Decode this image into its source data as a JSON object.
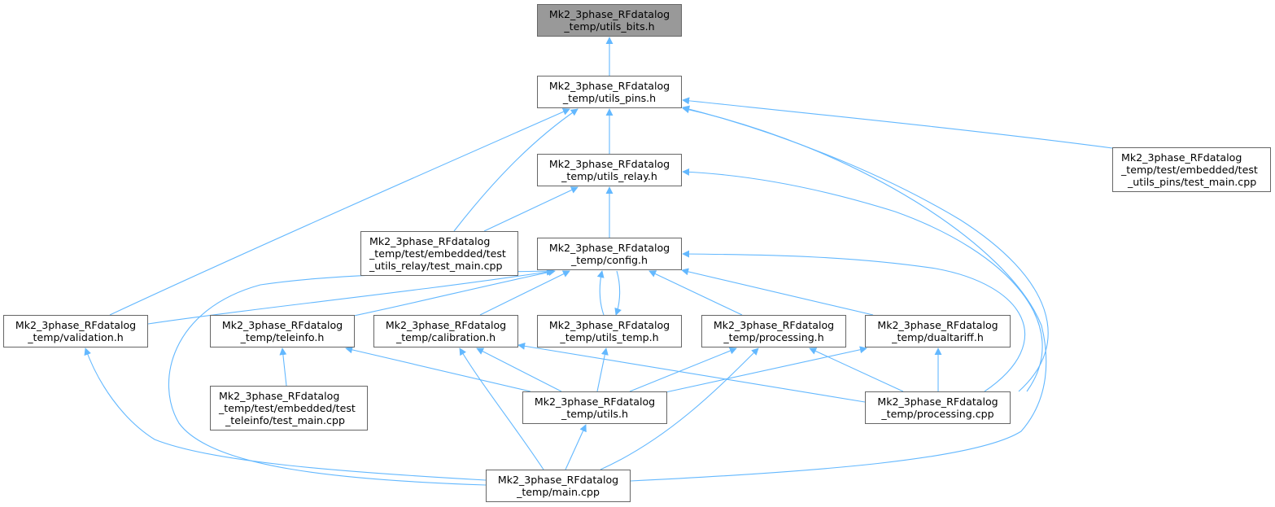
{
  "diagram": {
    "type": "include-dependency-graph",
    "edge_color": "#63b8ff",
    "root_fill": "#999999",
    "nodes": [
      {
        "id": "utils_bits_h",
        "lines": [
          "Mk2_3phase_RFdatalog",
          "_temp/utils_bits.h"
        ],
        "root": true
      },
      {
        "id": "utils_pins_h",
        "lines": [
          "Mk2_3phase_RFdatalog",
          "_temp/utils_pins.h"
        ]
      },
      {
        "id": "test_utils_pins",
        "lines": [
          "Mk2_3phase_RFdatalog",
          "_temp/test/embedded/test",
          "_utils_pins/test_main.cpp"
        ]
      },
      {
        "id": "utils_relay_h",
        "lines": [
          "Mk2_3phase_RFdatalog",
          "_temp/utils_relay.h"
        ]
      },
      {
        "id": "test_utils_relay",
        "lines": [
          "Mk2_3phase_RFdatalog",
          "_temp/test/embedded/test",
          "_utils_relay/test_main.cpp"
        ]
      },
      {
        "id": "config_h",
        "lines": [
          "Mk2_3phase_RFdatalog",
          "_temp/config.h"
        ]
      },
      {
        "id": "validation_h",
        "lines": [
          "Mk2_3phase_RFdatalog",
          "_temp/validation.h"
        ]
      },
      {
        "id": "teleinfo_h",
        "lines": [
          "Mk2_3phase_RFdatalog",
          "_temp/teleinfo.h"
        ]
      },
      {
        "id": "calibration_h",
        "lines": [
          "Mk2_3phase_RFdatalog",
          "_temp/calibration.h"
        ]
      },
      {
        "id": "utils_temp_h",
        "lines": [
          "Mk2_3phase_RFdatalog",
          "_temp/utils_temp.h"
        ]
      },
      {
        "id": "processing_h",
        "lines": [
          "Mk2_3phase_RFdatalog",
          "_temp/processing.h"
        ]
      },
      {
        "id": "dualtariff_h",
        "lines": [
          "Mk2_3phase_RFdatalog",
          "_temp/dualtariff.h"
        ]
      },
      {
        "id": "test_teleinfo",
        "lines": [
          "Mk2_3phase_RFdatalog",
          "_temp/test/embedded/test",
          "_teleinfo/test_main.cpp"
        ]
      },
      {
        "id": "utils_h",
        "lines": [
          "Mk2_3phase_RFdatalog",
          "_temp/utils.h"
        ]
      },
      {
        "id": "processing_cpp",
        "lines": [
          "Mk2_3phase_RFdatalog",
          "_temp/processing.cpp"
        ]
      },
      {
        "id": "main_cpp",
        "lines": [
          "Mk2_3phase_RFdatalog",
          "_temp/main.cpp"
        ]
      }
    ],
    "edges": [
      {
        "from": "utils_pins_h",
        "to": "utils_bits_h"
      },
      {
        "from": "utils_relay_h",
        "to": "utils_pins_h"
      },
      {
        "from": "test_utils_pins",
        "to": "utils_pins_h"
      },
      {
        "from": "validation_h",
        "to": "utils_pins_h"
      },
      {
        "from": "test_utils_relay",
        "to": "utils_pins_h"
      },
      {
        "from": "processing_cpp",
        "to": "utils_pins_h"
      },
      {
        "from": "test_utils_relay",
        "to": "utils_relay_h"
      },
      {
        "from": "config_h",
        "to": "utils_relay_h"
      },
      {
        "from": "processing_cpp",
        "to": "utils_relay_h"
      },
      {
        "from": "validation_h",
        "to": "config_h"
      },
      {
        "from": "teleinfo_h",
        "to": "config_h"
      },
      {
        "from": "calibration_h",
        "to": "config_h"
      },
      {
        "from": "utils_temp_h",
        "to": "config_h"
      },
      {
        "from": "config_h",
        "to": "utils_temp_h"
      },
      {
        "from": "processing_h",
        "to": "config_h"
      },
      {
        "from": "dualtariff_h",
        "to": "config_h"
      },
      {
        "from": "processing_cpp",
        "to": "config_h"
      },
      {
        "from": "main_cpp",
        "to": "config_h"
      },
      {
        "from": "test_teleinfo",
        "to": "teleinfo_h"
      },
      {
        "from": "utils_h",
        "to": "teleinfo_h"
      },
      {
        "from": "utils_h",
        "to": "calibration_h"
      },
      {
        "from": "main_cpp",
        "to": "calibration_h"
      },
      {
        "from": "processing_cpp",
        "to": "calibration_h"
      },
      {
        "from": "utils_h",
        "to": "utils_temp_h"
      },
      {
        "from": "utils_h",
        "to": "processing_h"
      },
      {
        "from": "main_cpp",
        "to": "processing_h"
      },
      {
        "from": "processing_cpp",
        "to": "processing_h"
      },
      {
        "from": "utils_h",
        "to": "dualtariff_h"
      },
      {
        "from": "processing_cpp",
        "to": "dualtariff_h"
      },
      {
        "from": "main_cpp",
        "to": "utils_h"
      },
      {
        "from": "main_cpp",
        "to": "validation_h"
      },
      {
        "from": "main_cpp",
        "to": "utils_pins_h"
      }
    ]
  }
}
